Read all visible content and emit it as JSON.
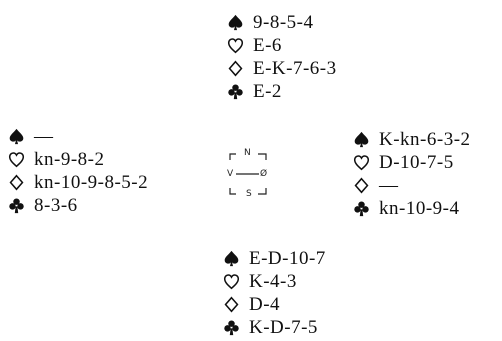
{
  "colors": {
    "ink": "#111111",
    "background": "#ffffff"
  },
  "compass": {
    "north": "N",
    "west": "V",
    "east": "Ø",
    "south": "S"
  },
  "hands": {
    "north": {
      "spades": "9-8-5-4",
      "hearts": "E-6",
      "diamonds": "E-K-7-6-3",
      "clubs": "E-2"
    },
    "west": {
      "spades": "—",
      "hearts": "kn-9-8-2",
      "diamonds": "kn-10-9-8-5-2",
      "clubs": "8-3-6"
    },
    "east": {
      "spades": "K-kn-6-3-2",
      "hearts": "D-10-7-5",
      "diamonds": "—",
      "clubs": "kn-10-9-4"
    },
    "south": {
      "spades": "E-D-10-7",
      "hearts": "K-4-3",
      "diamonds": "D-4",
      "clubs": "K-D-7-5"
    }
  },
  "suit_icons": [
    "spade-icon",
    "heart-icon",
    "diamond-icon",
    "club-icon"
  ]
}
